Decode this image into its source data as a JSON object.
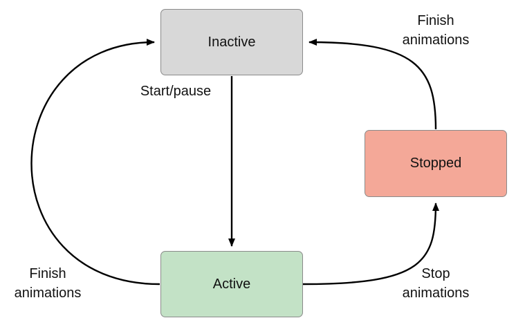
{
  "diagram": {
    "states": {
      "inactive": {
        "label": "Inactive",
        "fill": "#d8d8d8"
      },
      "active": {
        "label": "Active",
        "fill": "#c3e2c6"
      },
      "stopped": {
        "label": "Stopped",
        "fill": "#f4a898"
      }
    },
    "transitions": {
      "start_pause": "Start/pause",
      "finish_from_stopped": "Finish\nanimations",
      "finish_from_active": "Finish\nanimations",
      "stop": "Stop\nanimations"
    },
    "arrow_color": "#000000"
  }
}
